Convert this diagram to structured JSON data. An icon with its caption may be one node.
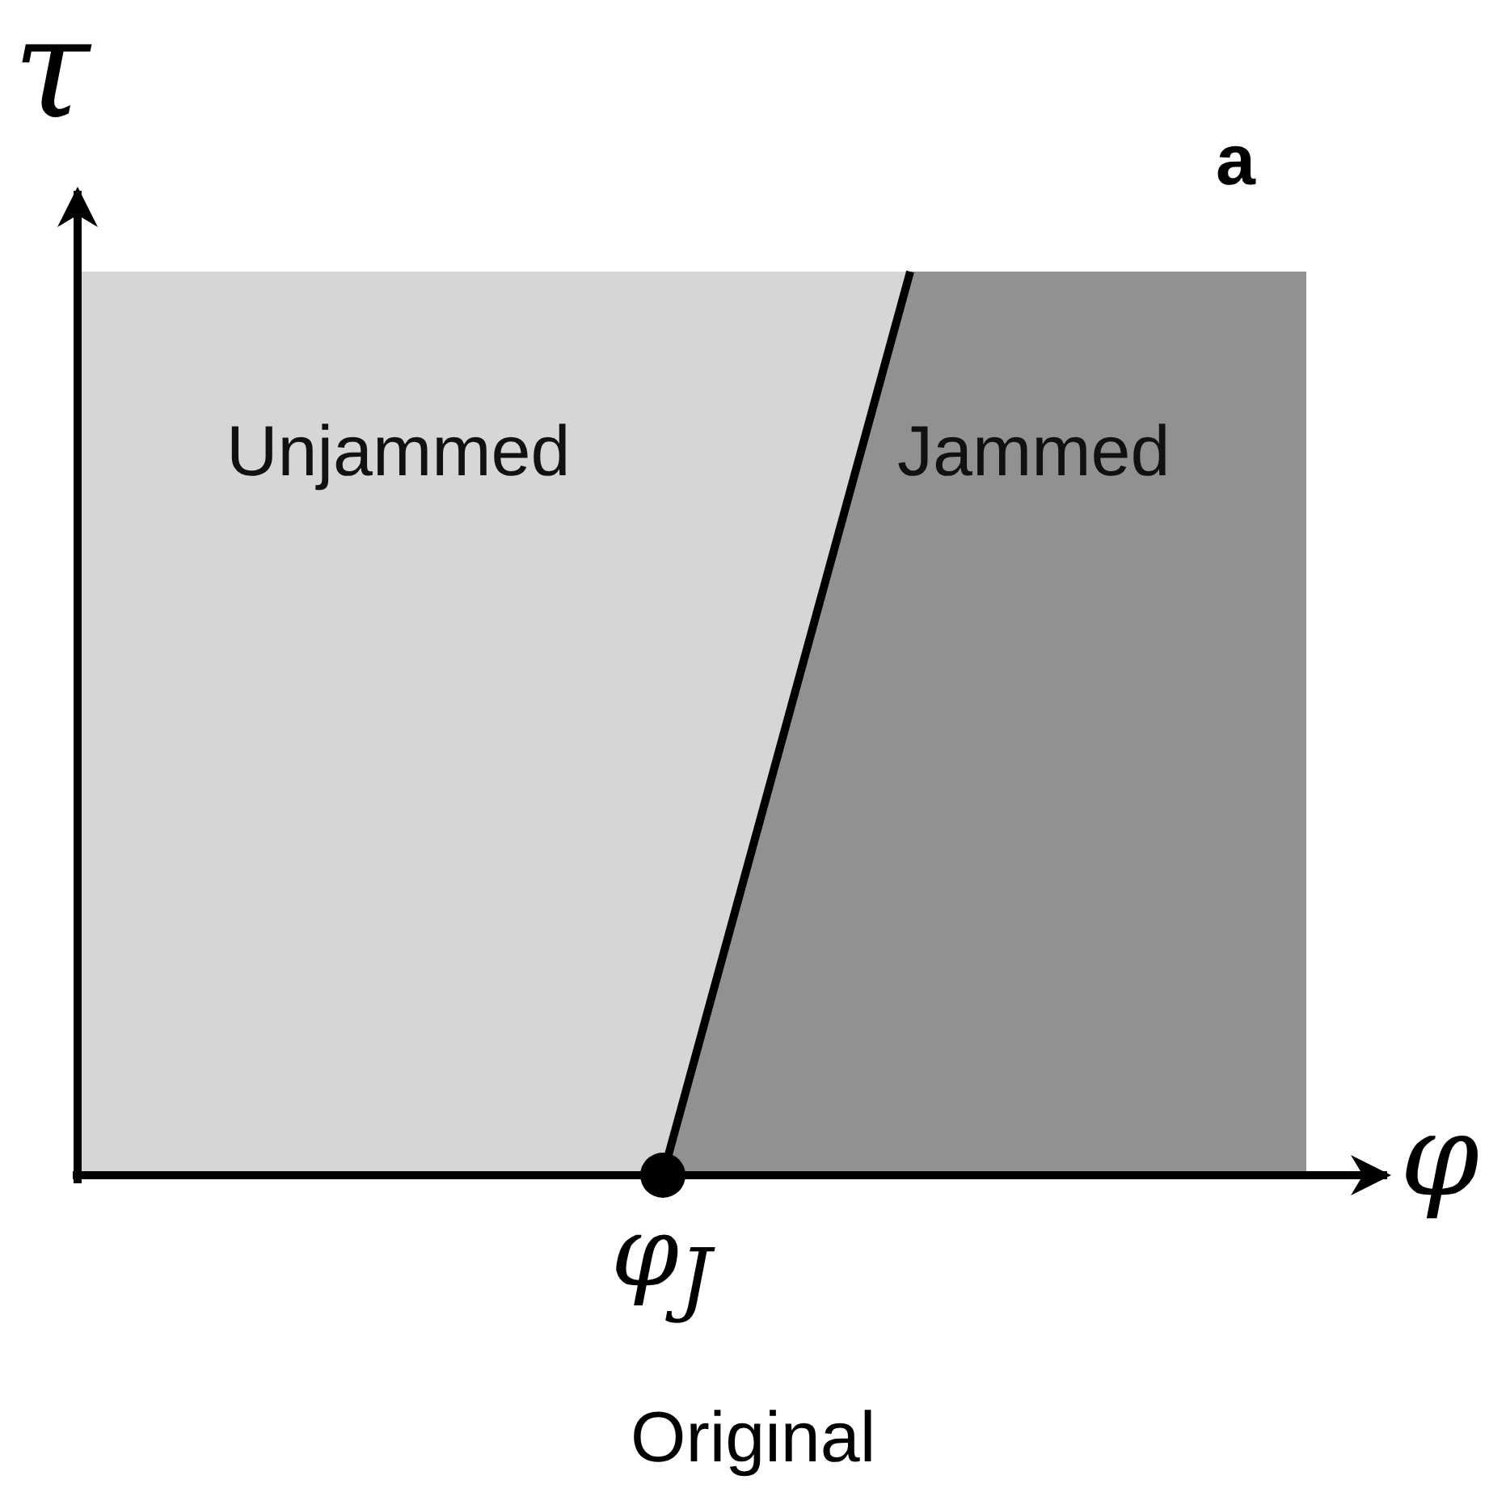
{
  "diagram": {
    "caption": "Original",
    "nodes": [
      {
        "text": [
          "Unjammed"
        ]
      },
      {
        "text": [
          "Jammed"
        ]
      }
    ],
    "labels": [
      "τ",
      "a",
      "φ",
      "φ$_{J}$"
    ]
  }
}
